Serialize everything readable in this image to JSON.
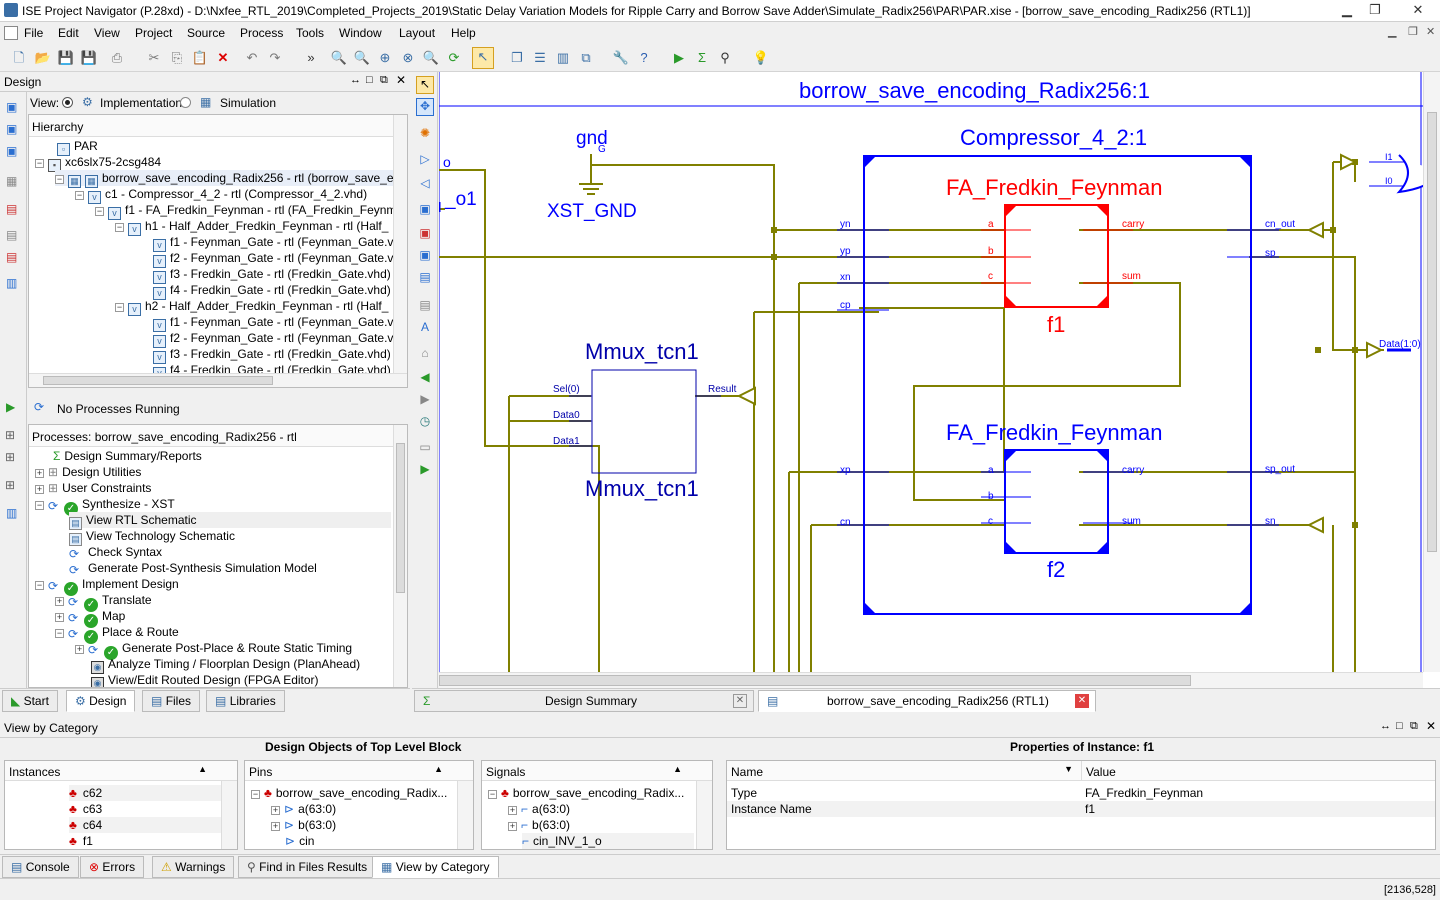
{
  "window": {
    "title": "ISE Project Navigator (P.28xd) - D:\\Nxfee_RTL_2019\\Completed_Projects_2019\\Static Delay Variation Models for Ripple Carry and Borrow Save Adder\\Simulate_Radix256\\PAR\\PAR.xise - [borrow_save_encoding_Radix256 (RTL1)]"
  },
  "menu": [
    "File",
    "Edit",
    "View",
    "Project",
    "Source",
    "Process",
    "Tools",
    "Window",
    "Layout",
    "Help"
  ],
  "design": {
    "header": "Design",
    "view_label": "View:",
    "view_impl": "Implementation",
    "view_sim": "Simulation",
    "hierarchy_label": "Hierarchy",
    "tree": [
      "PAR",
      "xc6slx75-2csg484",
      "borrow_save_encoding_Radix256 - rtl (borrow_save_er",
      "c1 - Compressor_4_2 - rtl (Compressor_4_2.vhd)",
      "f1 - FA_Fredkin_Feynman - rtl (FA_Fredkin_Feynm",
      "h1 - Half_Adder_Fredkin_Feynman - rtl (Half_",
      "f1 - Feynman_Gate - rtl (Feynman_Gate.vl",
      "f2 - Feynman_Gate - rtl (Feynman_Gate.vl",
      "f3 - Fredkin_Gate - rtl (Fredkin_Gate.vhd)",
      "f4 - Fredkin_Gate - rtl (Fredkin_Gate.vhd)",
      "h2 - Half_Adder_Fredkin_Feynman - rtl (Half_",
      "f1 - Feynman_Gate - rtl (Feynman_Gate.vl",
      "f2 - Feynman_Gate - rtl (Feynman_Gate.vl",
      "f3 - Fredkin_Gate - rtl (Fredkin_Gate.vhd)",
      "f4 - Fredkin_Gate - rtl (Fredkin_Gate.vhd)"
    ],
    "no_processes": "No Processes Running",
    "processes_label": "Processes: borrow_save_encoding_Radix256 - rtl",
    "processes": [
      "Design Summary/Reports",
      "Design Utilities",
      "User Constraints",
      "Synthesize - XST",
      "View RTL Schematic",
      "View Technology Schematic",
      "Check Syntax",
      "Generate Post-Synthesis Simulation Model",
      "Implement Design",
      "Translate",
      "Map",
      "Place & Route",
      "Generate Post-Place & Route Static Timing",
      "Analyze Timing / Floorplan Design (PlanAhead)",
      "View/Edit Routed Design (FPGA Editor)"
    ],
    "tabs": [
      "Start",
      "Design",
      "Files",
      "Libraries"
    ]
  },
  "schematic": {
    "title": "borrow_save_encoding_Radix256:1",
    "gnd_label": "gnd",
    "gnd_pin": "G",
    "gnd_inst": "XST_GND",
    "port_o": "o",
    "port_o1": "_o1",
    "compressor": "Compressor_4_2:1",
    "fa_top": "FA_Fredkin_Feynman",
    "fa_top_inst": "f1",
    "fa_bot": "FA_Fredkin_Feynman",
    "fa_bot_inst": "f2",
    "mux_top": "Mmux_tcn1",
    "mux_bot": "Mmux_tcn1",
    "comp_pins_left": [
      "yn",
      "yp",
      "xn",
      "cp",
      "xp",
      "cn"
    ],
    "comp_pins_right": [
      "cn_out",
      "sp",
      "sp_out",
      "sn"
    ],
    "fa_pins_left": [
      "a",
      "b",
      "c"
    ],
    "fa_pins_right": [
      "carry",
      "sum"
    ],
    "mux_pins": [
      "Sel(0)",
      "Data0",
      "Data1",
      "Result"
    ],
    "or_pins": [
      "I1",
      "I0"
    ],
    "data_label": "Data(1:0)",
    "cut_label": "c"
  },
  "doc_tabs": [
    "Design Summary",
    "borrow_save_encoding_Radix256 (RTL1)"
  ],
  "bottom": {
    "header": "View by Category",
    "objects_title": "Design Objects of Top Level Block",
    "props_title": "Properties of Instance: f1",
    "instances_label": "Instances",
    "instances": [
      "c62",
      "c63",
      "c64",
      "f1"
    ],
    "pins_label": "Pins",
    "pins": [
      "borrow_save_encoding_Radix...",
      "a(63:0)",
      "b(63:0)",
      "cin"
    ],
    "signals_label": "Signals",
    "signals": [
      "borrow_save_encoding_Radix...",
      "a(63:0)",
      "b(63:0)",
      "cin_INV_1_o"
    ],
    "props_cols": [
      "Name",
      "Value"
    ],
    "props": [
      [
        "Type",
        "FA_Fredkin_Feynman"
      ],
      [
        "Instance Name",
        "f1"
      ]
    ],
    "tabs": [
      "Console",
      "Errors",
      "Warnings",
      "Find in Files Results",
      "View by Category"
    ]
  },
  "status": {
    "coords": "[2136,528]"
  },
  "colors": {
    "wire": "#808000",
    "block": "#0000ff",
    "fa_red": "#ff0000",
    "mux": "#0000aa"
  }
}
